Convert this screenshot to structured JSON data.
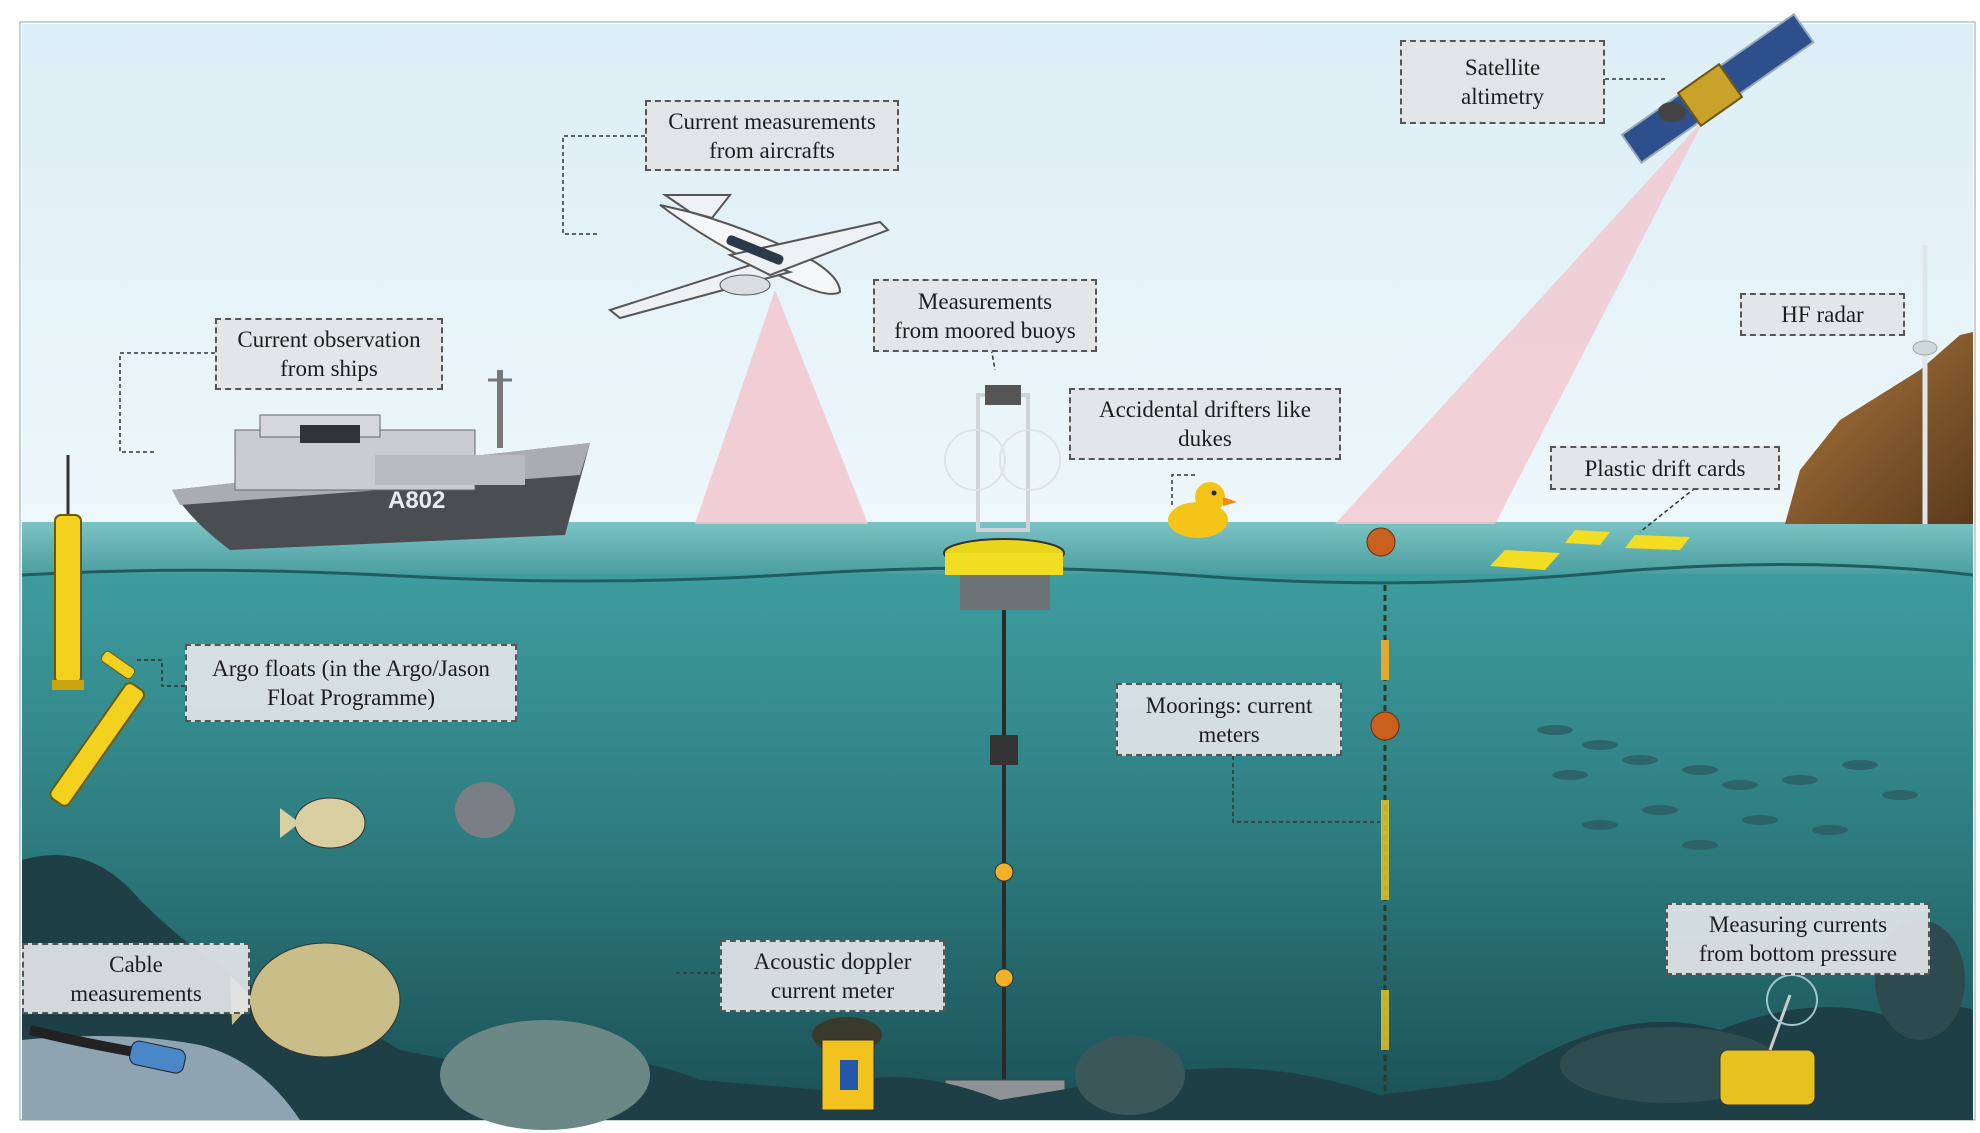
{
  "labels": {
    "aircraft": [
      "Current measurements",
      "from aircrafts"
    ],
    "satellite": [
      "Satellite",
      "altimetry"
    ],
    "ships": [
      "Current observation",
      "from ships"
    ],
    "moored_buoys": [
      "Measurements",
      "from moored buoys"
    ],
    "drifters": [
      "Accidental drifters like",
      "dukes"
    ],
    "hf_radar": [
      "HF radar"
    ],
    "drift_cards": [
      "Plastic drift cards"
    ],
    "argo": [
      "Argo floats (in the Argo/Jason",
      "Float Programme)"
    ],
    "moorings": [
      "Moorings: current",
      "meters"
    ],
    "cable": [
      "Cable",
      "measurements"
    ],
    "adcp": [
      "Acoustic doppler",
      "current meter"
    ],
    "bottom_pressure": [
      "Measuring currents",
      "from bottom pressure"
    ]
  },
  "ship_hull_text": "A802",
  "colors": {
    "sky": "#e6f3f8",
    "sea_surface": "#3f9a9c",
    "deep_sea": "#1f5f63",
    "beam": "#f2c7cf",
    "float": "#f2d21e",
    "label_bg": "#e1e4e6"
  }
}
